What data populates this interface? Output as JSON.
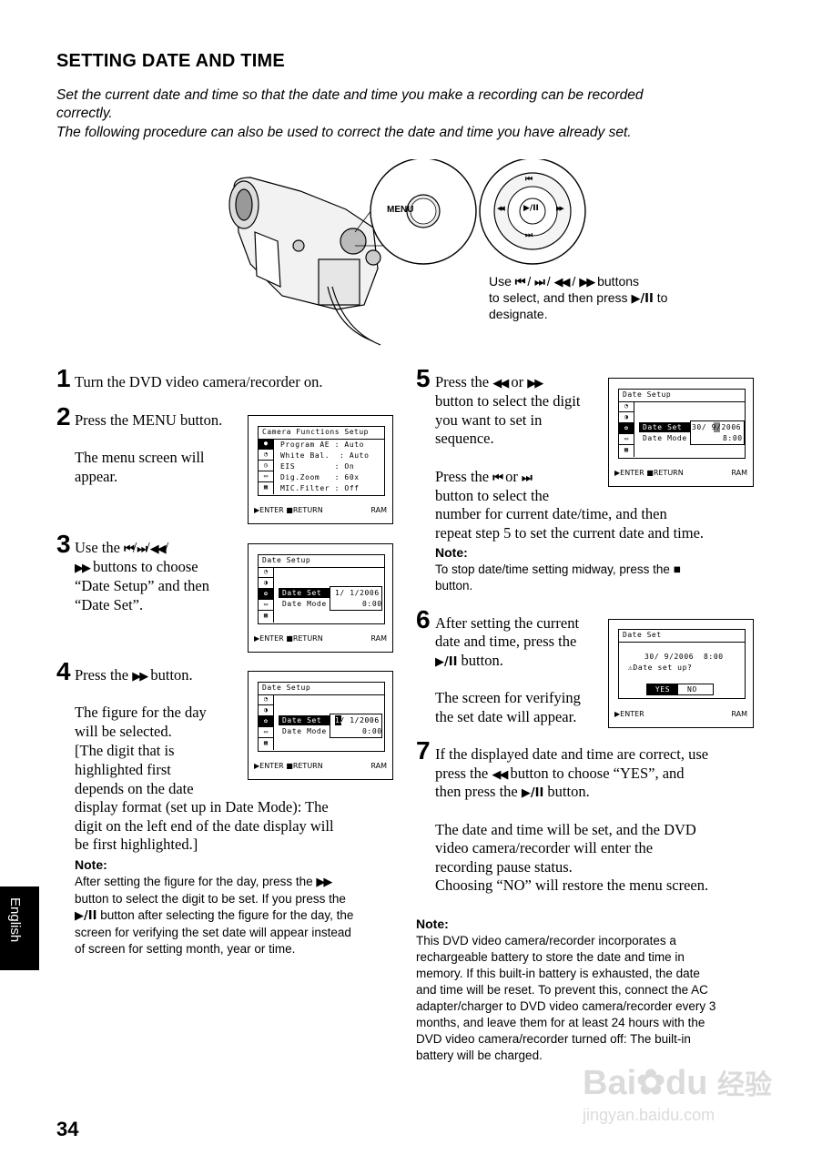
{
  "page": {
    "title": "SETTING DATE AND TIME",
    "intro": [
      "Set the current date and time so that the date and time you make a recording can be recorded",
      "correctly.",
      "The following procedure can also be used to correct the date and time you have already set."
    ],
    "page_number": "34",
    "side_tab": "English"
  },
  "illustration": {
    "menu_label": "MENU",
    "caption_prefix": "Use",
    "caption_line1_suffix": "buttons",
    "caption_line2_prefix": "to select, and then press",
    "caption_line2_suffix": "to",
    "caption_line3": "designate.",
    "glyphs": {
      "prev": "⏮",
      "next": "⏭",
      "rew": "◀◀",
      "ff": "▶▶",
      "play": "▶/II"
    }
  },
  "steps": {
    "s1": {
      "num": "1",
      "text": "Turn the DVD video camera/recorder on."
    },
    "s2": {
      "num": "2",
      "text": "Press the MENU button.",
      "sub1": "The menu screen will",
      "sub2": "appear."
    },
    "s3": {
      "num": "3",
      "l1": "Use the",
      "l1b": "buttons to choose",
      "l2": "“Date Setup” and then",
      "l3": "“Date Set”."
    },
    "s4": {
      "num": "4",
      "l1": "Press the",
      "l1b": "button.",
      "para": [
        "The figure for the day",
        "will be selected.",
        "[The digit that is",
        "highlighted first",
        "depends on the date"
      ],
      "wide": [
        "display format (set up in Date Mode): The",
        "digit on the left end of the date display will",
        "be first highlighted.]"
      ]
    },
    "s5": {
      "num": "5",
      "l1a": "Press the",
      "l1b": "or",
      "lines": [
        "button to select the digit",
        "you want to set in",
        "sequence."
      ],
      "p2a": "Press the",
      "p2b": "or",
      "p2lines": [
        "button to select the"
      ],
      "p2wide": [
        "number for current date/time, and then",
        "repeat step 5 to set the current date and time."
      ]
    },
    "s6": {
      "num": "6",
      "lines": [
        "After setting the current",
        "date and time, press the"
      ],
      "l3b": "button.",
      "para": [
        "The screen for verifying",
        "the set date will appear."
      ]
    },
    "s7": {
      "num": "7",
      "l1": "If the displayed date and time are correct, use",
      "l2a": "press the",
      "l2b": "button to choose “YES”, and",
      "l3a": "then press the",
      "l3b": "button.",
      "para": [
        "The date and time will be set, and the DVD",
        "video camera/recorder will enter the",
        "recording pause status.",
        "Choosing “NO” will restore the menu screen."
      ]
    }
  },
  "notes": {
    "label": "Note:",
    "n1": [
      "To stop date/time setting midway, press the",
      "button."
    ],
    "n2": [
      "After setting the figure for the day, press the",
      "button to select the digit to be set. If you press the",
      "button after selecting the figure for the day, the",
      "screen for verifying the set date will appear instead",
      "of screen for setting month, year or time."
    ],
    "n3": [
      "This DVD video camera/recorder incorporates a",
      "rechargeable battery to store the date and time in",
      "memory. If this built-in battery is exhausted, the date",
      "and time will be reset. To prevent this, connect the AC",
      "adapter/charger to DVD video camera/recorder every 3",
      "months, and leave them for at least 24 hours with the",
      "DVD video camera/recorder turned off: The built-in",
      "battery will be charged."
    ]
  },
  "screens": {
    "camera_setup": {
      "title": "Camera Functions Setup",
      "rows": [
        "Program AE : Auto",
        "White Bal.  : Auto",
        "EIS        : On",
        "Dig.Zoom   : 60x",
        "MIC.Filter : Off"
      ],
      "enter": "ENTER",
      "return": "RETURN",
      "ram": "RAM"
    },
    "date_setup_a": {
      "title": "Date Setup",
      "row1": "Date Set",
      "row2": "Date Mode",
      "val1": "1/ 1/2006",
      "val2": "0:00",
      "enter": "ENTER",
      "return": "RETURN",
      "ram": "RAM"
    },
    "date_setup_b": {
      "title": "Date Setup",
      "row1": "Date Set",
      "row2": "Date Mode",
      "val1": "1/ 1/2006",
      "val2": "0:00",
      "enter": "ENTER",
      "return": "RETURN",
      "ram": "RAM"
    },
    "date_setup_c": {
      "title": "Date Setup",
      "row1": "Date Set",
      "row2": "Date Mode",
      "val1": "30/ 9/2006",
      "val2": "8:00",
      "enter": "ENTER",
      "return": "RETURN",
      "ram": "RAM"
    },
    "date_confirm": {
      "title": "Date Set",
      "line1": "30/ 9/2006  8:00",
      "line2": "Date set up?",
      "yes": "YES",
      "no": "NO",
      "enter": "ENTER",
      "ram": "RAM"
    }
  },
  "watermark": {
    "text1": "Bai",
    "text2": "du",
    "text3": "经验",
    "url": "jingyan.baidu.com"
  }
}
